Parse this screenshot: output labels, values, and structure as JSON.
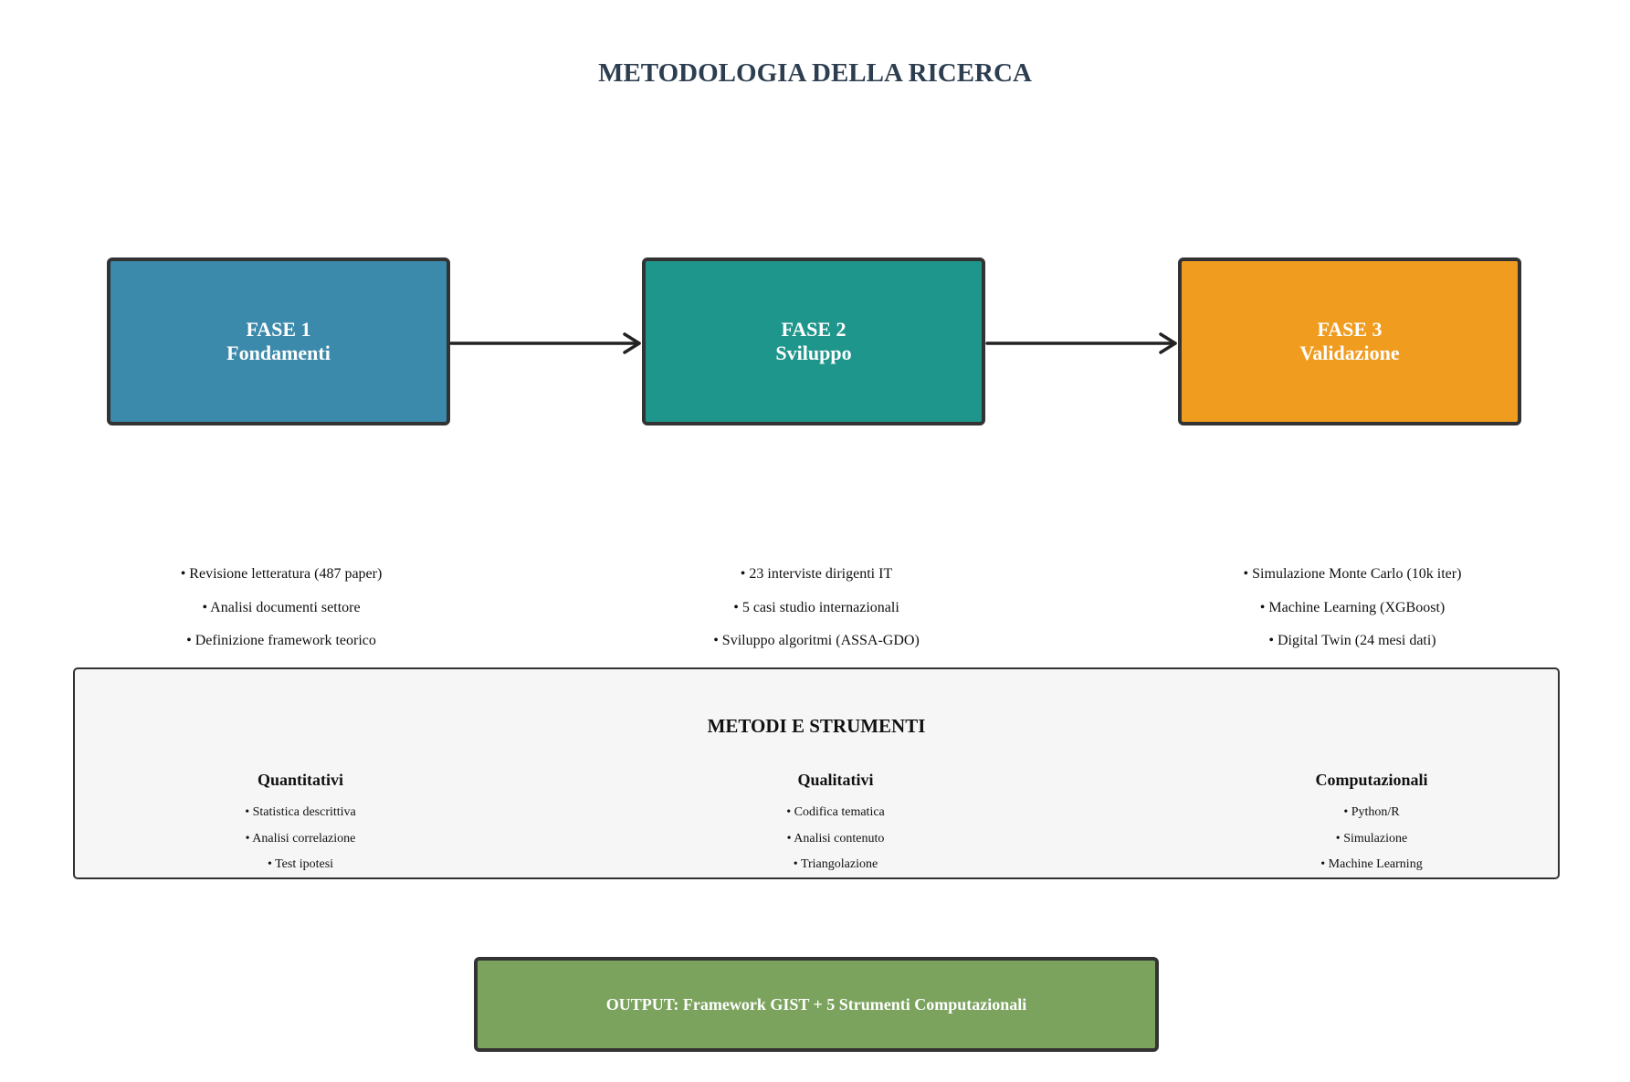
{
  "title": "METODOLOGIA DELLA RICERCA",
  "colors": {
    "title": "#2c3e50",
    "phase1": "#3c8aab",
    "phase2": "#1f968c",
    "phase3": "#f09c1f",
    "output": "#7ba35e",
    "border": "#333333",
    "methods_bg": "#f6f6f6"
  },
  "phases": [
    {
      "label": "FASE 1",
      "name": "Fondamenti",
      "bullets": [
        "• Revisione letteratura (487 paper)",
        "• Analisi documenti settore",
        "• Definizione framework teorico"
      ]
    },
    {
      "label": "FASE 2",
      "name": "Sviluppo",
      "bullets": [
        "• 23 interviste dirigenti IT",
        "• 5 casi studio internazionali",
        "• Sviluppo algoritmi (ASSA-GDO)"
      ]
    },
    {
      "label": "FASE 3",
      "name": "Validazione",
      "bullets": [
        "• Simulazione Monte Carlo (10k iter)",
        "• Machine Learning (XGBoost)",
        "• Digital Twin (24 mesi dati)"
      ]
    }
  ],
  "methods": {
    "title": "METODI E STRUMENTI",
    "columns": [
      {
        "heading": "Quantitativi",
        "items": [
          "• Statistica descrittiva",
          "• Analisi correlazione",
          "• Test ipotesi"
        ]
      },
      {
        "heading": "Qualitativi",
        "items": [
          "• Codifica tematica",
          "• Analisi contenuto",
          "• Triangolazione"
        ]
      },
      {
        "heading": "Computazionali",
        "items": [
          "• Python/R",
          "• Simulazione",
          "• Machine Learning"
        ]
      }
    ]
  },
  "output": "OUTPUT: Framework GIST + 5 Strumenti Computazionali"
}
